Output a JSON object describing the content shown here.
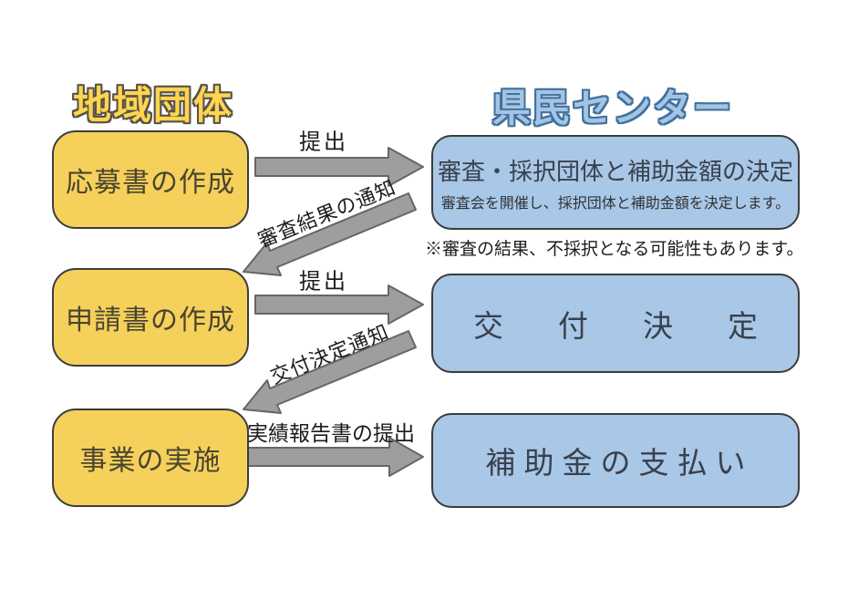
{
  "columns": {
    "left": {
      "title": "地域団体",
      "boxes": [
        {
          "label": "応募書の作成"
        },
        {
          "label": "申請書の作成"
        },
        {
          "label": "事業の実施"
        }
      ]
    },
    "right": {
      "title": "県民センター",
      "boxes": [
        {
          "label": "審査・採択団体と補助金額の決定",
          "sublabel": "審査会を開催し、採択団体と補助金額を決定します。"
        },
        {
          "label": "交付決定"
        },
        {
          "label": "補助金の支払い"
        }
      ]
    }
  },
  "note": "※審査の結果、不採択となる可能性もあります。",
  "arrows": [
    {
      "label": "提出",
      "direction": "right",
      "from": "応募書の作成",
      "to": "審査・採択団体と補助金額の決定"
    },
    {
      "label": "審査結果の通知",
      "direction": "down-left",
      "from": "審査・採択団体と補助金額の決定",
      "to": "申請書の作成"
    },
    {
      "label": "提出",
      "direction": "right",
      "from": "申請書の作成",
      "to": "交付決定"
    },
    {
      "label": "交付決定通知",
      "direction": "down-left",
      "from": "交付決定",
      "to": "事業の実施"
    },
    {
      "label": "実績報告書の提出",
      "direction": "right",
      "from": "事業の実施",
      "to": "補助金の支払い"
    }
  ],
  "colors": {
    "local_box_fill": "#f5d15b",
    "center_box_fill": "#a9c7e6",
    "box_border": "#3c3c3c",
    "arrow_fill": "#9e9e9e",
    "arrow_stroke": "#666666",
    "title_left_fill": "#ffd54f",
    "title_left_outline": "#57524b",
    "title_right_fill": "#a3c4e5",
    "title_right_outline": "#41719c",
    "background": "#ffffff"
  }
}
